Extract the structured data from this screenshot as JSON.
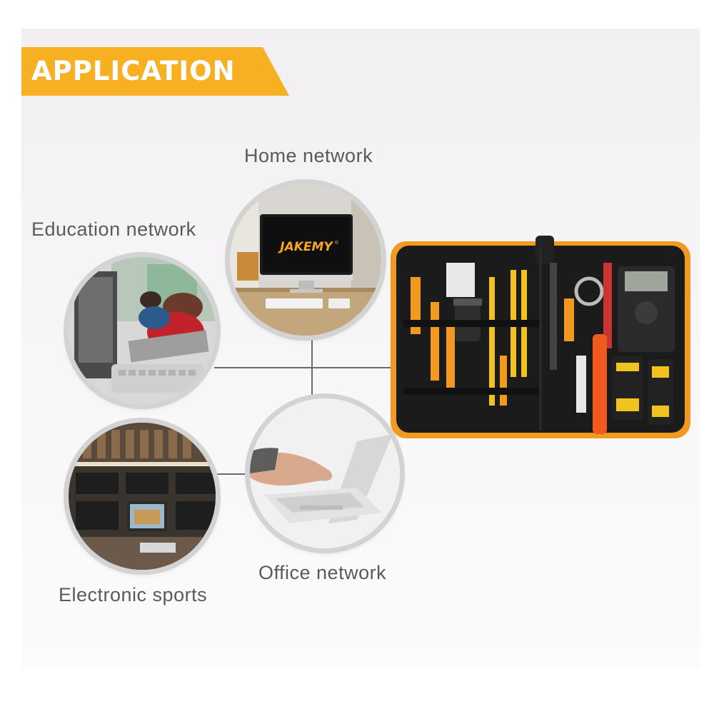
{
  "banner": {
    "title": "APPLICATION",
    "color": "#f6b022"
  },
  "labels": {
    "home": "Home network",
    "education": "Education network",
    "office": "Office network",
    "esports": "Electronic sports"
  },
  "monitor_brand": {
    "text": "JAKEMY",
    "mark": "®"
  },
  "colors": {
    "accent_orange": "#f29a1f",
    "case_black": "#1b1b1b",
    "connector": "#6a6a6a"
  }
}
